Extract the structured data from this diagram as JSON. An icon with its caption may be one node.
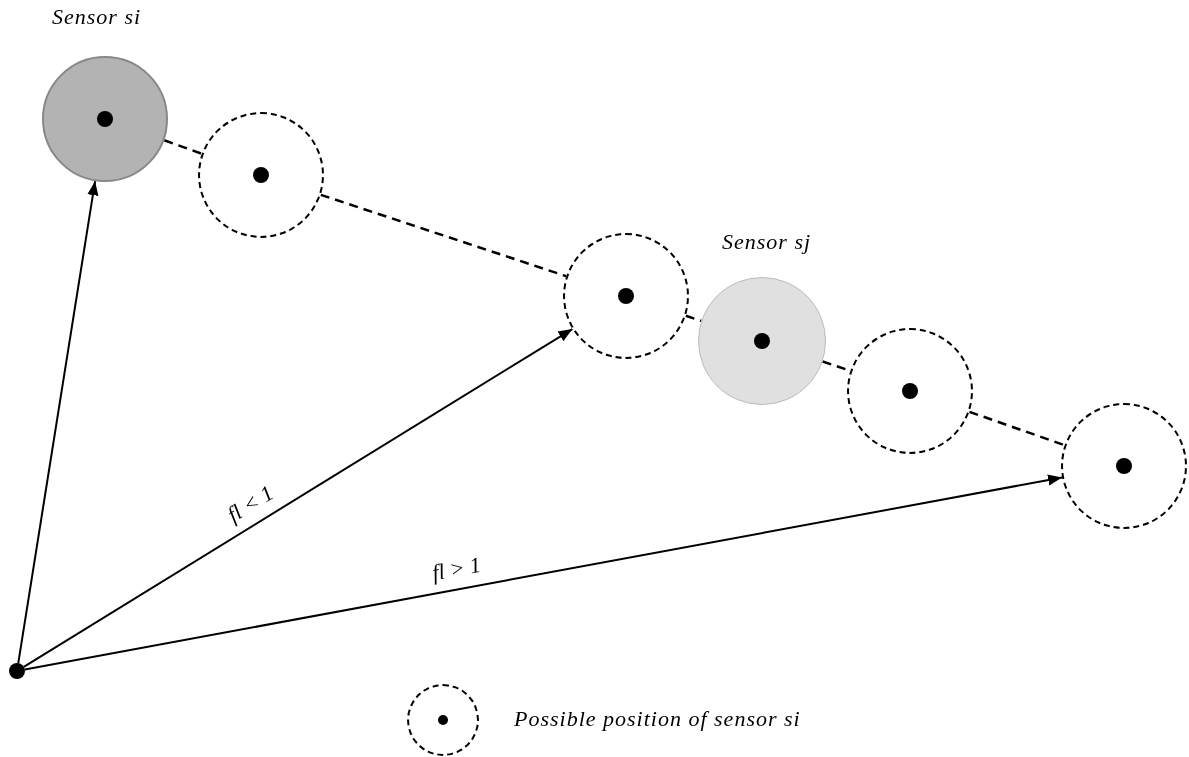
{
  "diagram": {
    "nodes": [
      {
        "text": [
          "Sensor si"
        ]
      },
      {
        "text": [],
        "shape": "circle"
      },
      {
        "text": [],
        "shape": "circle"
      },
      {
        "text": [
          "Sensor sj"
        ]
      },
      {
        "text": [],
        "shape": "circle"
      },
      {
        "text": [],
        "shape": "circle"
      },
      {
        "text": [],
        "shape": "circle"
      }
    ],
    "edges": [
      {
        "from": 6,
        "to": 0,
        "arrow": "to"
      },
      {
        "from": 6,
        "to": 2,
        "arrow": "to",
        "label": "fl < 1"
      },
      {
        "from": 6,
        "to": 5,
        "arrow": "to",
        "label": "fl > 1"
      },
      {
        "from": 0,
        "to": 1,
        "arrow": "none",
        "style": "dashed"
      },
      {
        "from": 1,
        "to": 2,
        "arrow": "none",
        "style": "dashed"
      },
      {
        "from": 2,
        "to": 3,
        "arrow": "none",
        "style": "dashed"
      },
      {
        "from": 3,
        "to": 4,
        "arrow": "none",
        "style": "dashed"
      },
      {
        "from": 4,
        "to": 5,
        "arrow": "none",
        "style": "dashed"
      }
    ],
    "legend": [
      {
        "text": "Possible position of sensor si"
      }
    ]
  }
}
